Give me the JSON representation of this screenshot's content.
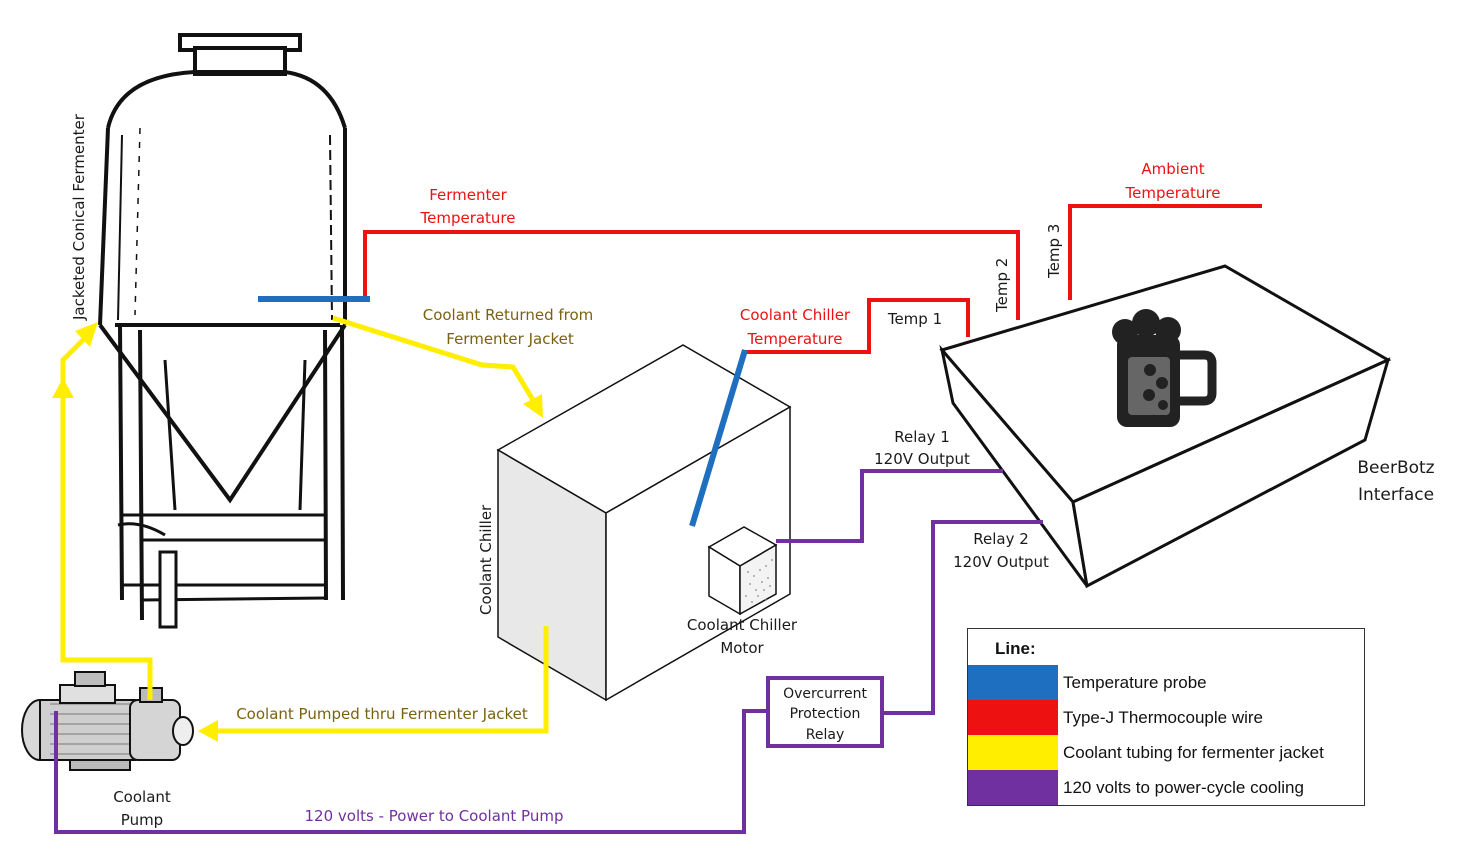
{
  "colors": {
    "temperature_probe": "#1e6fc0",
    "thermocouple_wire": "#ee1111",
    "coolant_tubing": "#ffee00",
    "power_120v": "#7030a0"
  },
  "labels": {
    "fermenter_vertical": "Jacketed Conical Fermenter",
    "fermenter_temp_line1": "Fermenter",
    "fermenter_temp_line2": "Temperature",
    "coolant_returned_line1": "Coolant Returned from",
    "coolant_returned_line2": "Fermenter Jacket",
    "chiller_temp_line1": "Coolant Chiller",
    "chiller_temp_line2": "Temperature",
    "ambient_line1": "Ambient",
    "ambient_line2": "Temperature",
    "temp1": "Temp 1",
    "temp2": "Temp 2",
    "temp3": "Temp 3",
    "beerbotz_line1": "BeerBotz",
    "beerbotz_line2": "Interface",
    "relay1_line1": "Relay 1",
    "relay1_line2": "120V Output",
    "relay2_line1": "Relay 2",
    "relay2_line2": "120V Output",
    "chiller_vertical": "Coolant Chiller",
    "chiller_motor_line1": "Coolant Chiller",
    "chiller_motor_line2": "Motor",
    "overcurrent_line1": "Overcurrent",
    "overcurrent_line2": "Protection",
    "overcurrent_line3": "Relay",
    "coolant_pumped": "Coolant Pumped thru Fermenter Jacket",
    "pump_line1": "Coolant",
    "pump_line2": "Pump",
    "power_to_pump": "120 volts - Power to Coolant Pump"
  },
  "legend": {
    "title": "Line:",
    "items": [
      {
        "label": "Temperature probe",
        "color": "#1e6fc0"
      },
      {
        "label": "Type-J Thermocouple wire",
        "color": "#ee1111"
      },
      {
        "label": "Coolant tubing for fermenter jacket",
        "color": "#ffee00"
      },
      {
        "label": "120 volts to power-cycle cooling",
        "color": "#7030a0"
      }
    ]
  }
}
